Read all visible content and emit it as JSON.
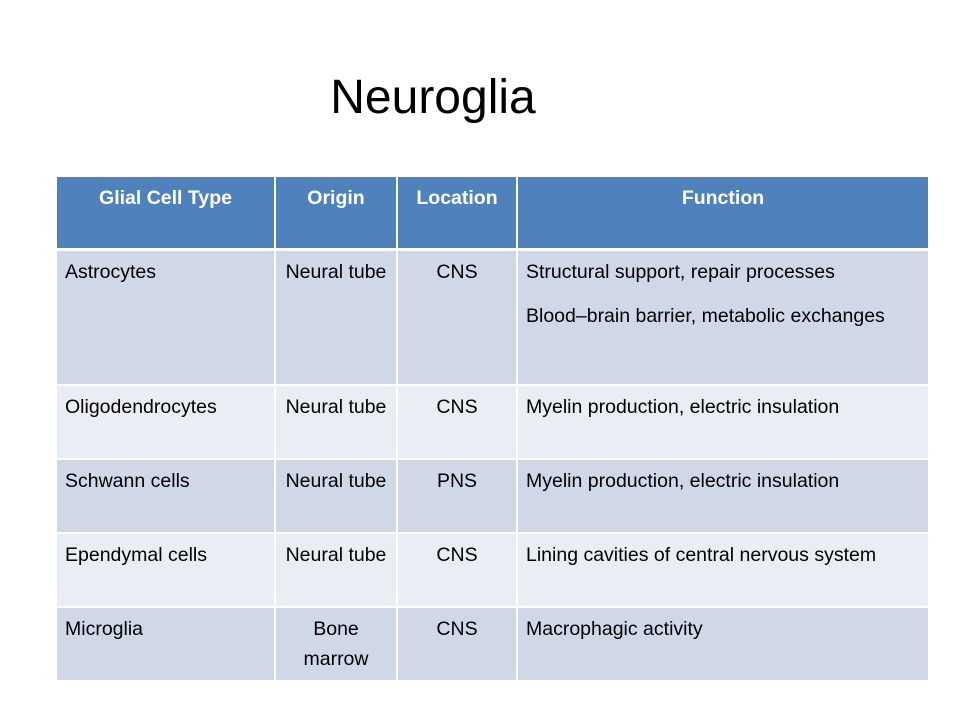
{
  "title": "Neuroglia",
  "table": {
    "headers": [
      "Glial Cell Type",
      "Origin",
      "Location",
      "Function"
    ],
    "rows": [
      {
        "type": "Astrocytes",
        "origin": "Neural tube",
        "location": "CNS",
        "function": [
          "Structural support, repair processes",
          "Blood–brain barrier, metabolic exchanges"
        ]
      },
      {
        "type": "Oligodendrocytes",
        "origin": "Neural tube",
        "location": "CNS",
        "function": [
          "Myelin production, electric insulation"
        ]
      },
      {
        "type": "Schwann cells",
        "origin": "Neural tube",
        "location": "PNS",
        "function": [
          "Myelin production, electric insulation"
        ]
      },
      {
        "type": "Ependymal cells",
        "origin": "Neural tube",
        "location": "CNS",
        "function": [
          "Lining cavities of central nervous system"
        ]
      },
      {
        "type": "Microglia",
        "origin": "Bone marrow",
        "location": "CNS",
        "function": [
          "Macrophagic activity"
        ]
      }
    ]
  },
  "colors": {
    "header": "#4f81bd",
    "row_odd": "#d0d8e8",
    "row_even": "#e9edf4"
  }
}
